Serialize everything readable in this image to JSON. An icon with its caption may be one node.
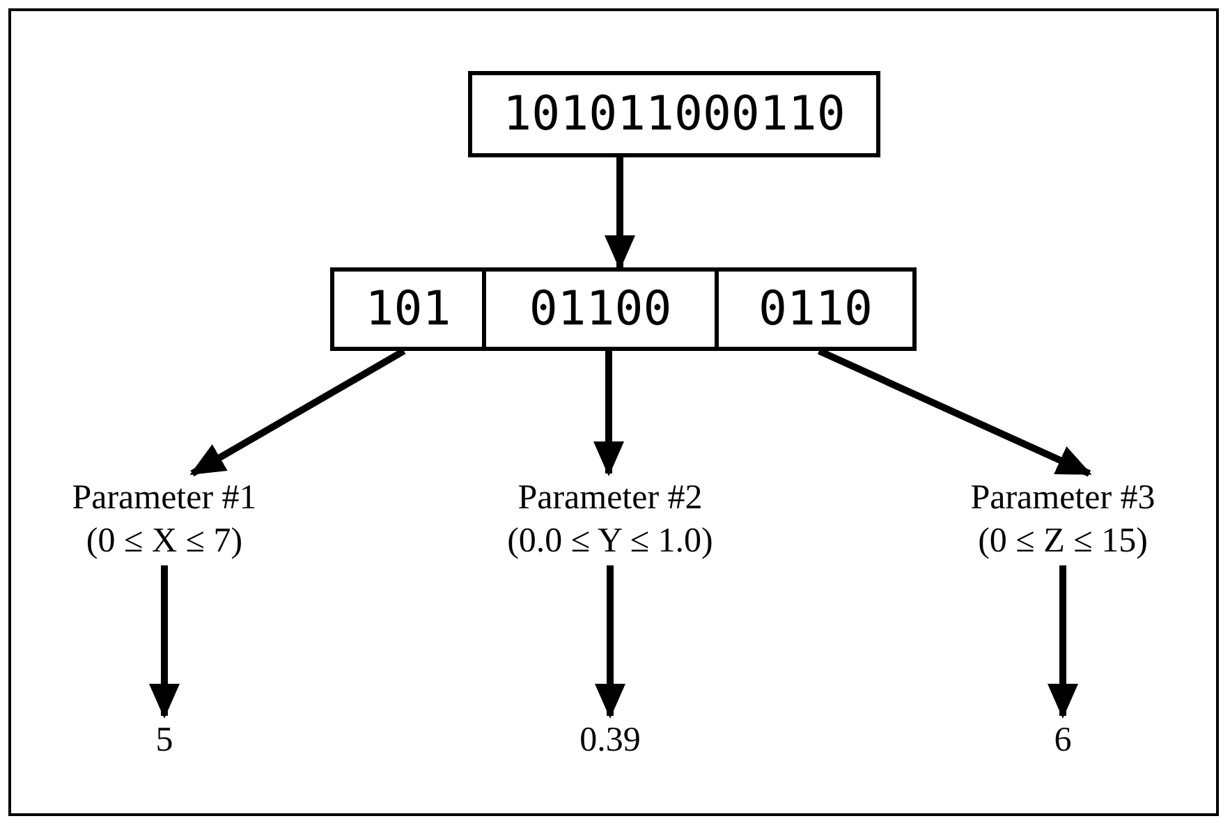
{
  "diagram": {
    "nodes": [
      {
        "text": [
          "101011000110"
        ]
      },
      {
        "text": [
          "101"
        ]
      },
      {
        "text": [
          "01100"
        ]
      },
      {
        "text": [
          "0110"
        ]
      },
      {
        "text": [
          "Parameter #1",
          "(0 ≤ X ≤ 7)"
        ]
      },
      {
        "text": [
          "Parameter #2",
          "(0.0 ≤ Y ≤ 1.0)"
        ]
      },
      {
        "text": [
          "Parameter #3",
          "(0 ≤ Z ≤ 15)"
        ]
      },
      {
        "text": [
          "5"
        ]
      },
      {
        "text": [
          "0.39"
        ]
      },
      {
        "text": [
          "6"
        ]
      }
    ],
    "edges": [
      {
        "from": 0,
        "to": 2,
        "arrow": "to"
      },
      {
        "from": 1,
        "to": 4,
        "arrow": "to"
      },
      {
        "from": 2,
        "to": 5,
        "arrow": "to"
      },
      {
        "from": 3,
        "to": 6,
        "arrow": "to"
      },
      {
        "from": 4,
        "to": 7,
        "arrow": "to"
      },
      {
        "from": 5,
        "to": 8,
        "arrow": "to"
      },
      {
        "from": 6,
        "to": 9,
        "arrow": "to"
      }
    ]
  }
}
